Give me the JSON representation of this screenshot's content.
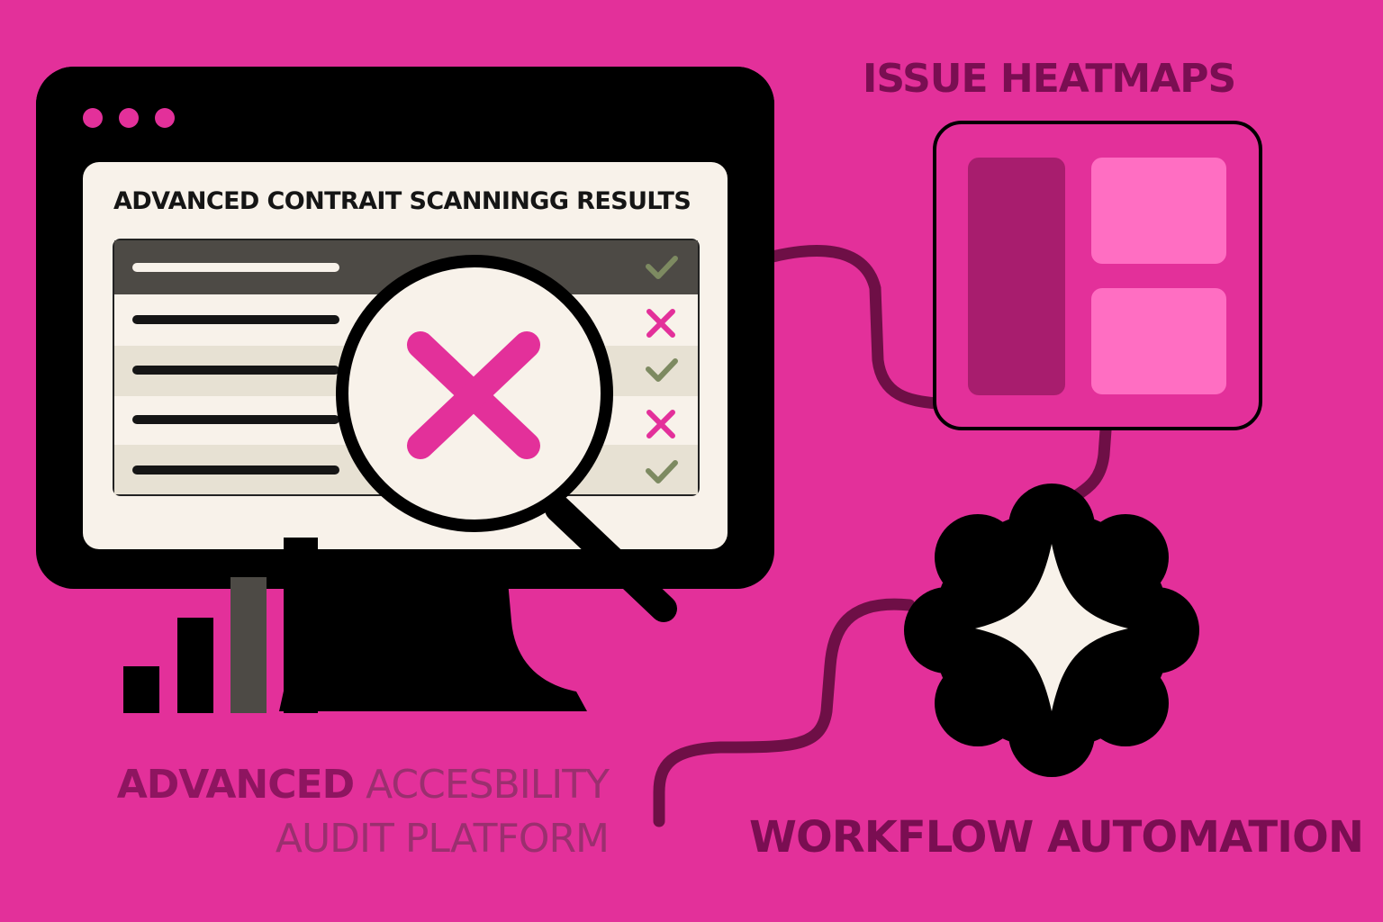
{
  "labels": {
    "issue_heatmaps": "ISSUE HEATMAPS",
    "workflow_automation": "WORKFLOW AUTOMATION",
    "platform_line1_strong": "ADVANCED",
    "platform_line1_soft": " ACCESBILITY",
    "platform_line2": "AUDIT PLATFORM"
  },
  "screen": {
    "title": "ADVANCED CONTRAIT SCANNINGG RESULTS",
    "rows": [
      {
        "status": "pass",
        "icon": "check-icon"
      },
      {
        "status": "fail",
        "icon": "x-icon"
      },
      {
        "status": "pass",
        "icon": "check-icon"
      },
      {
        "status": "fail",
        "icon": "x-icon"
      },
      {
        "status": "pass",
        "icon": "check-icon"
      }
    ]
  },
  "colors": {
    "background": "#e3309a",
    "monitor": "#000000",
    "screen": "#f8f2ea",
    "accent_pink": "#e3309a",
    "check_green": "#7d8a61",
    "heatmap_dark": "#a81d6e",
    "heatmap_light": "#ff6ec2",
    "connector": "#6e0f46"
  }
}
